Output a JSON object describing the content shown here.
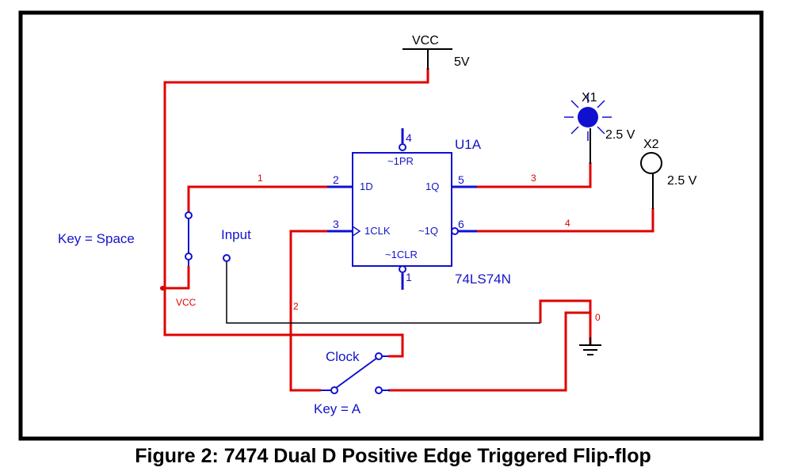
{
  "caption": "Figure 2:  7474 Dual D Positive Edge Triggered Flip-flop",
  "power": {
    "label": "VCC",
    "voltage": "5V"
  },
  "ground": {
    "net": "0"
  },
  "chip": {
    "ref": "U1A",
    "part": "74LS74N",
    "pins": {
      "d": {
        "name": "1D",
        "num": "2"
      },
      "clk": {
        "name": "1CLK",
        "num": "3"
      },
      "q": {
        "name": "1Q",
        "num": "5"
      },
      "qn": {
        "name": "~1Q",
        "num": "6"
      },
      "pr": {
        "name": "~1PR",
        "num": "4"
      },
      "clr": {
        "name": "~1CLR",
        "num": "1"
      }
    }
  },
  "indicators": [
    {
      "ref": "X1",
      "voltage": "2.5 V",
      "color": "#1010d0"
    },
    {
      "ref": "X2",
      "voltage": "2.5 V",
      "color": "#ffffff"
    }
  ],
  "switches": {
    "input_switch": {
      "key": "Key = Space",
      "name": "Input",
      "net_label": "VCC"
    },
    "clock_switch": {
      "name": "Clock",
      "key": "Key = A"
    }
  },
  "nets": {
    "n1": "1",
    "n2": "2",
    "n3": "3",
    "n4": "4",
    "n0": "0"
  },
  "colors": {
    "wire": "#e00000",
    "component": "#1010d0",
    "frame": "#000000"
  }
}
